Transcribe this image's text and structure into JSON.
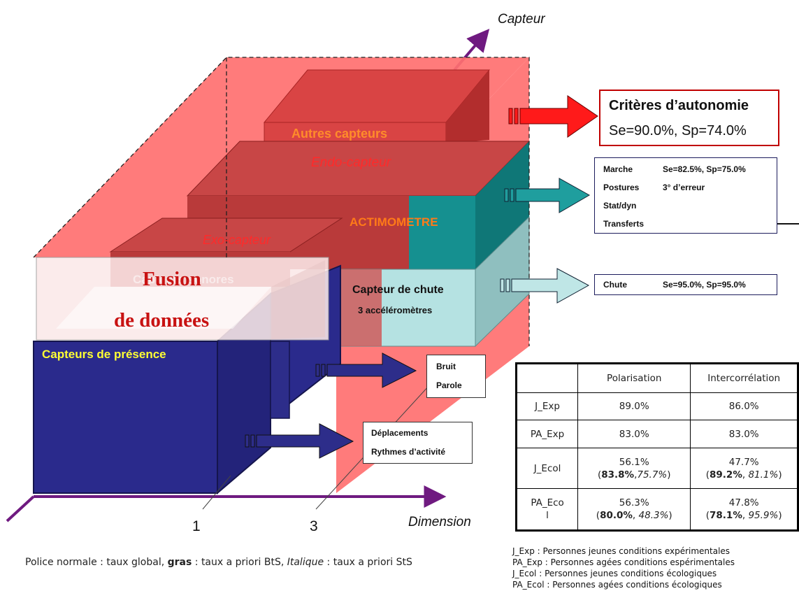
{
  "axes": {
    "vertical_label": "Capteur",
    "horizontal_label": "Dimension",
    "tick_1": "1",
    "tick_3": "3"
  },
  "boxes": {
    "autres_capteurs": "Autres capteurs",
    "endo_capteur": "Endo-capteur",
    "actimometre": "ACTIMOMETRE",
    "exo_capteur": "Exo-capteur",
    "capteurs_sonores": "Capteurs sonores",
    "capteur_chute": "Capteur de chute",
    "accelerometres": "3 accéléromètres",
    "capteurs_presence": "Capteurs de présence"
  },
  "fusion": {
    "line1": "Fusion",
    "line2": "de données"
  },
  "criteria": {
    "title": "Critères d’autonomie",
    "values": "Se=90.0%, Sp=74.0%"
  },
  "actimometre_results": {
    "marche_label": "Marche",
    "marche_value": "Se=82.5%, Sp=75.0%",
    "postures_label": "Postures",
    "postures_value": "3° d’erreur",
    "statdyn_label": "Stat/dyn",
    "transferts_label": "Transferts"
  },
  "chute_results": {
    "label": "Chute",
    "value": "Se=95.0%, Sp=95.0%"
  },
  "sound_results": {
    "line1": "Bruit",
    "line2": "Parole"
  },
  "presence_results": {
    "line1": "Déplacements",
    "line2": "Rythmes d’activité"
  },
  "table": {
    "headers": [
      "",
      "Polarisation",
      "Intercorrélation"
    ],
    "rows": [
      {
        "label": "J_Exp",
        "pol": "89.0%",
        "inter": "86.0%"
      },
      {
        "label": "PA_Exp",
        "pol": "83.0%",
        "inter": "83.0%"
      },
      {
        "label": "J_Ecol",
        "pol_main": "56.1%",
        "pol_bold": "83.8%",
        "pol_italic": "75.7%",
        "inter_main": "47.7%",
        "inter_bold": "89.2%",
        "inter_italic": "81.1%"
      },
      {
        "label_a": "PA_Eco",
        "label_b": "l",
        "pol_main": "56.3%",
        "pol_bold": "80.0%",
        "pol_italic": "48.3%",
        "inter_main": "47.8%",
        "inter_bold": "78.1%",
        "inter_italic": "95.9%"
      }
    ]
  },
  "legend": [
    "J_Exp : Personnes jeunes conditions expérimentales",
    "PA_Exp : Personnes agées conditions espérimentales",
    "J_Ecol : Personnes jeunes conditions écologiques",
    "PA_Ecol : Personnes agées conditions écologiques"
  ],
  "footnote": {
    "normal": "Police normale : taux global, ",
    "bold": "gras",
    "mid": " : taux a priori BtS, ",
    "italic": "Italique",
    "end": " : taux a priori StS"
  },
  "colors": {
    "big_red": "#ff7070",
    "presence_navy": "#2a2a8c",
    "teal": "#1a9b9b",
    "light_teal": "#b5e2e2",
    "arrow_red": "#ff1a1a",
    "arrow_teal": "#1f9e9e",
    "arrow_light": "#bfe6e6",
    "arrow_navy": "#2d2d8a",
    "axis_purple": "#6f1a80"
  }
}
